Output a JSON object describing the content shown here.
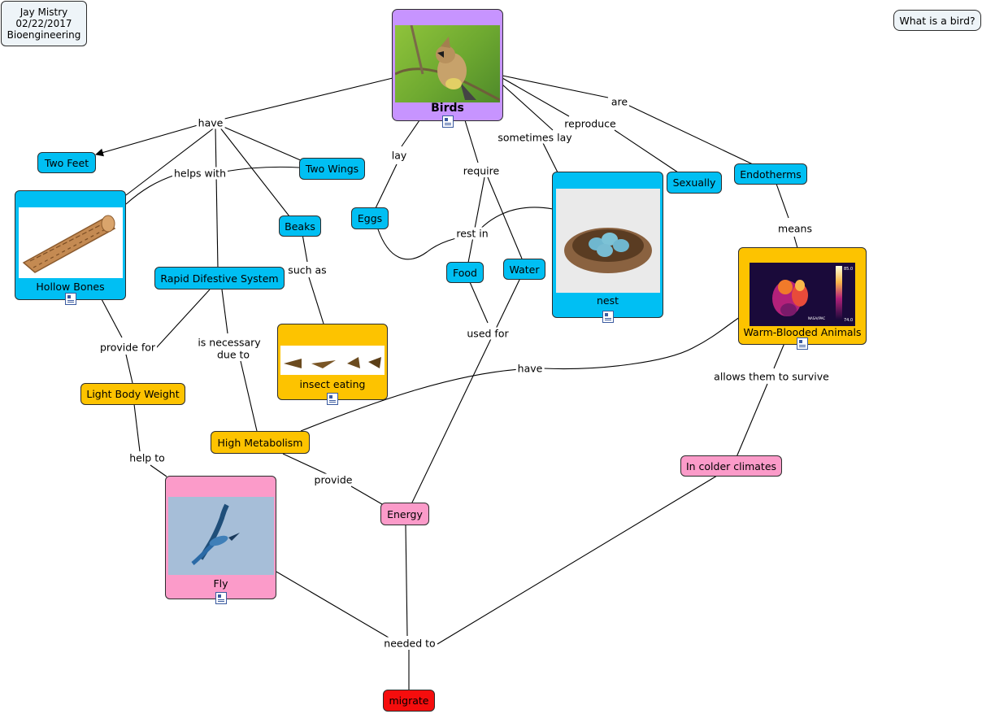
{
  "header": {
    "author_line1": "Jay Mistry",
    "author_line2": "02/22/2017",
    "author_line3": "Bioengineering",
    "question": "What is a bird?"
  },
  "nodes": {
    "birds": "Birds",
    "two_feet": "Two Feet",
    "two_wings": "Two Wings",
    "hollow_bones": "Hollow Bones",
    "beaks": "Beaks",
    "eggs": "Eggs",
    "food": "Food",
    "water": "Water",
    "nest": "nest",
    "sexually": "Sexually",
    "endotherms": "Endotherms",
    "warm_blooded": "Warm-Blooded Animals",
    "rapid_system": "Rapid Difestive System",
    "insect_eating": "insect eating",
    "light_body": "Light Body Weight",
    "high_metabolism": "High Metabolism",
    "fly": "Fly",
    "energy": "Energy",
    "colder": "In colder climates",
    "migrate": "migrate"
  },
  "links": {
    "have_top": "have",
    "helps_with": "helps with",
    "lay": "lay",
    "require": "require",
    "sometimes_lay": "sometimes lay",
    "reproduce": "reproduce",
    "are": "are",
    "means": "means",
    "rest_in": "rest in",
    "such_as": "such as",
    "provide_for": "provide for",
    "is_necessary": "is necessary",
    "due_to": "due to",
    "used_for": "used for",
    "have_mid": "have",
    "allows": "allows them to survive",
    "help_to": "help to",
    "provide": "provide",
    "needed_to": "needed to"
  },
  "thermal_scale": {
    "top": "85.0",
    "bottom": "74.0",
    "brand": "NASA/IPAC"
  },
  "colors": {
    "concept": "#00bff3",
    "trait": "#fdc300",
    "ability": "#fb9bc9",
    "goal": "#f50d0d",
    "root": "#c794ff"
  }
}
